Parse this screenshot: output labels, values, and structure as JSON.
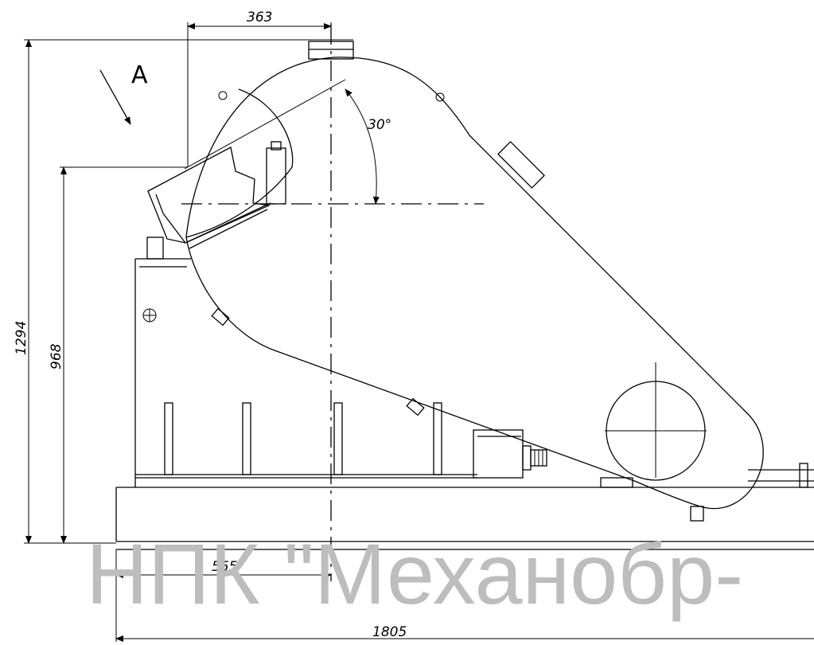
{
  "dimensions": {
    "top_width": "363",
    "overall_height": "1294",
    "inlet_height": "968",
    "base_offset": "555",
    "overall_length": "1805"
  },
  "angle": "30°",
  "view_label": "A",
  "watermark": "НПК \"Механобр-"
}
